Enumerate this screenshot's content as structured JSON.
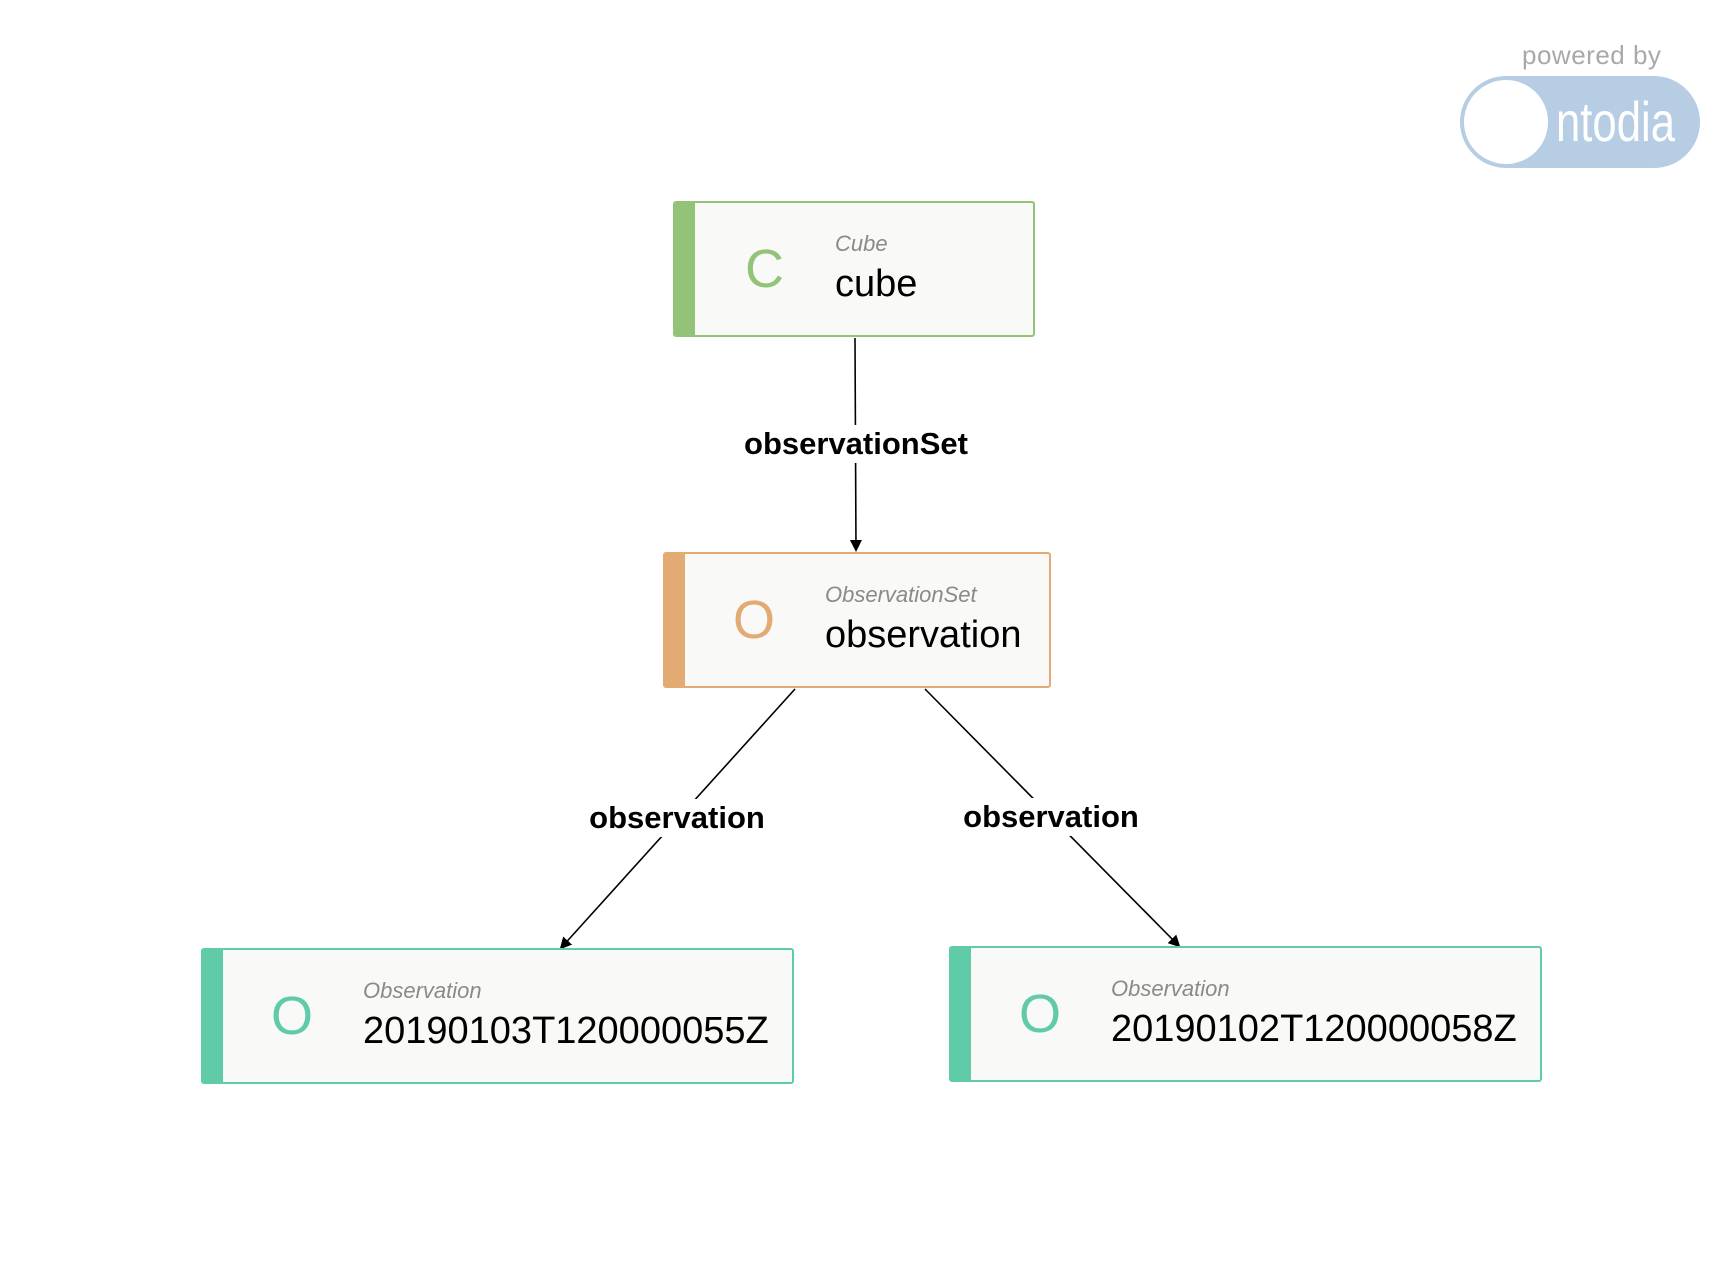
{
  "watermark": {
    "powered_by": "powered by",
    "brand": "ntodia"
  },
  "colors": {
    "cube": "#93c379",
    "observation_set": "#e3ab73",
    "observation": "#5fcba9",
    "link": "#000000",
    "node_background": "#f9f9f7"
  },
  "nodes": [
    {
      "id": "cube",
      "letter": "C",
      "type": "Cube",
      "label": "cube",
      "color": "#93c379"
    },
    {
      "id": "obsset",
      "letter": "O",
      "type": "ObservationSet",
      "label": "observation",
      "color": "#e3ab73"
    },
    {
      "id": "obs1",
      "letter": "O",
      "type": "Observation",
      "label": "20190103T120000055Z",
      "color": "#5fcba9"
    },
    {
      "id": "obs2",
      "letter": "O",
      "type": "Observation",
      "label": "20190102T120000058Z",
      "color": "#5fcba9"
    }
  ],
  "links": [
    {
      "id": "link-observationset",
      "from": "cube",
      "to": "obsset",
      "label": "observationSet"
    },
    {
      "id": "link-observation-left",
      "from": "obsset",
      "to": "obs1",
      "label": "observation"
    },
    {
      "id": "link-observation-right",
      "from": "obsset",
      "to": "obs2",
      "label": "observation"
    }
  ]
}
